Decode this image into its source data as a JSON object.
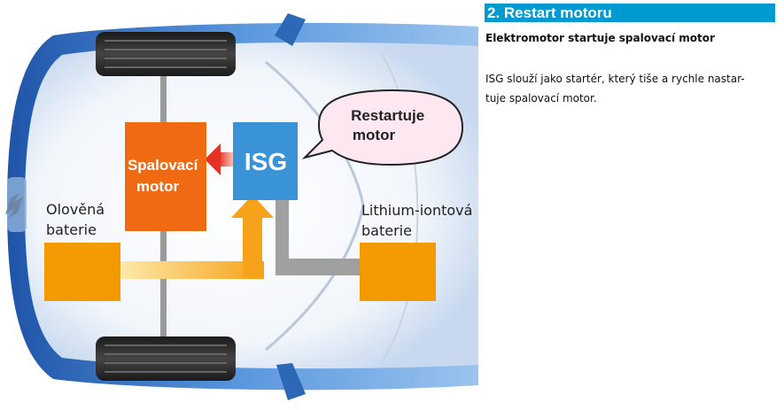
{
  "diagram": {
    "engine_label": [
      "Spalovací",
      "motor"
    ],
    "isg_label": "ISG",
    "bubble_label": [
      "Restartuje",
      "motor"
    ],
    "lead_battery_label": [
      "Olověná",
      "baterie"
    ],
    "lithium_battery_label": [
      "Lithium-iontová",
      "baterie"
    ],
    "colors": {
      "car_body": "#3f7fd0",
      "engine_box": "#ef6a12",
      "isg_box": "#3a93d6",
      "battery_box": "#f29a00",
      "gray_line": "#a0a0a0",
      "red_arrow": "#e53222",
      "bubble_fill": "#fde8f2",
      "bubble_stroke": "#222222"
    }
  },
  "text_panel": {
    "title": "2. Restart motoru",
    "subtitle": "Elektromotor startuje spalovací motor",
    "body_line1": "ISG slouží jako startér, který tiše a rychle nastar-",
    "body_line2": "tuje spalovací motor."
  }
}
